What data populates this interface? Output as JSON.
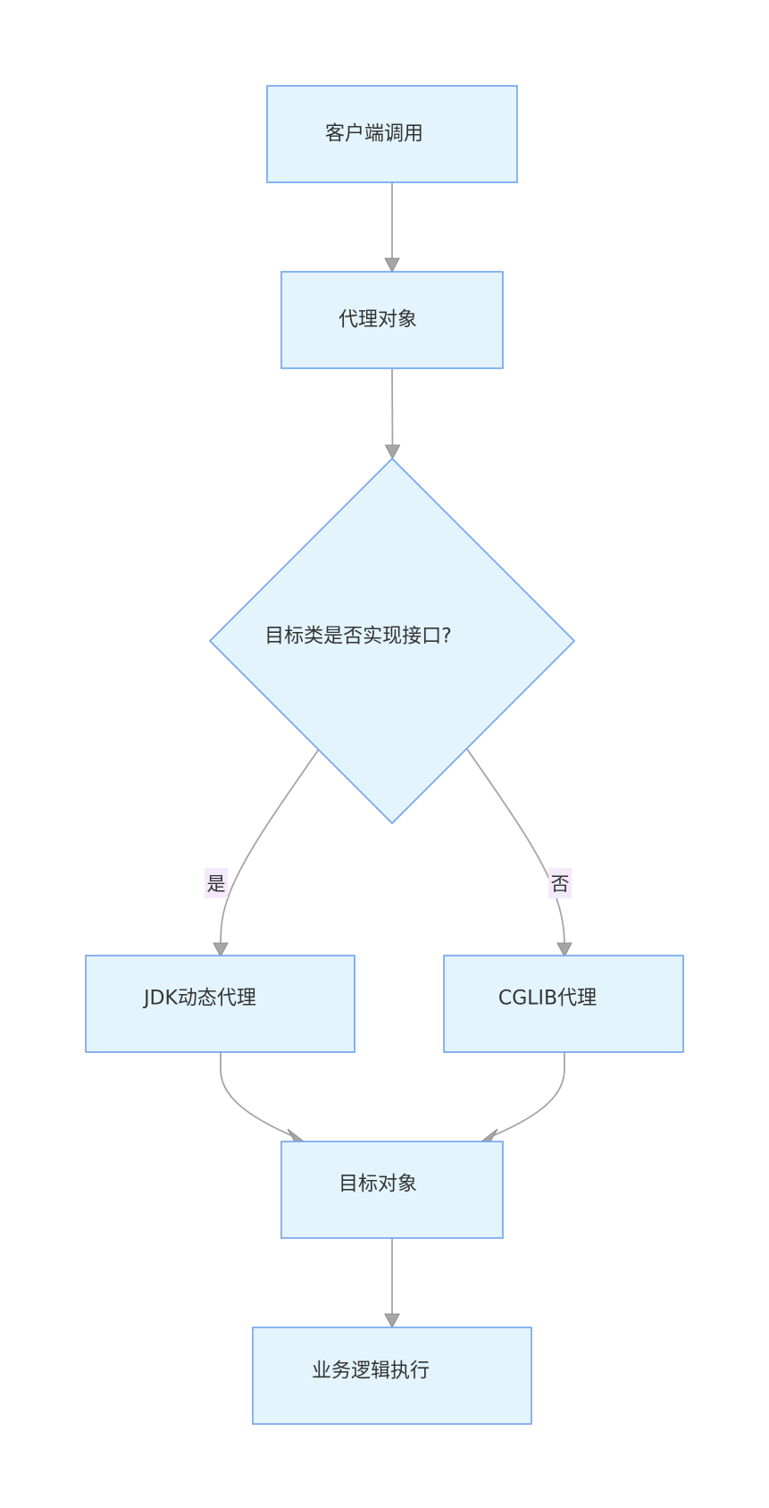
{
  "nodes": {
    "client_call": "客户端调用",
    "proxy_object": "代理对象",
    "decision": "目标类是否实现接口?",
    "jdk_proxy": "JDK动态代理",
    "cglib_proxy": "CGLIB代理",
    "target_object": "目标对象",
    "business_logic": "业务逻辑执行"
  },
  "edges": {
    "yes_label": "是",
    "no_label": "否"
  },
  "colors": {
    "node_fill": "#e3f4fc",
    "node_border": "#6fa2f0",
    "edge": "#a6a6a6",
    "edge_label_bg": "#f3e9fa"
  }
}
